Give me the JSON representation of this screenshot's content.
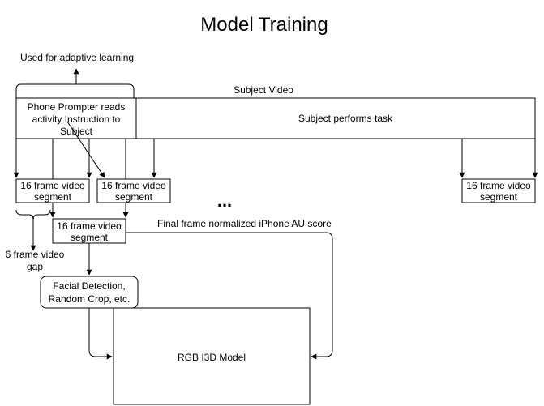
{
  "title": "Model Training",
  "adaptive_note": "Used for adaptive learning",
  "subject_video_label": "Subject Video",
  "prompter": {
    "line1": "Phone Prompter reads",
    "line2": "activity Instruction to",
    "line3": "Subject"
  },
  "task_label": "Subject performs task",
  "segment": {
    "line1": "16 frame video",
    "line2": "segment"
  },
  "ellipsis": "...",
  "gap": {
    "line1": "6 frame video",
    "line2": "gap"
  },
  "au_score_label": "Final frame normalized iPhone AU score",
  "preprocess": {
    "line1": "Facial Detection,",
    "line2": "Random Crop, etc."
  },
  "model_label": "RGB I3D Model"
}
